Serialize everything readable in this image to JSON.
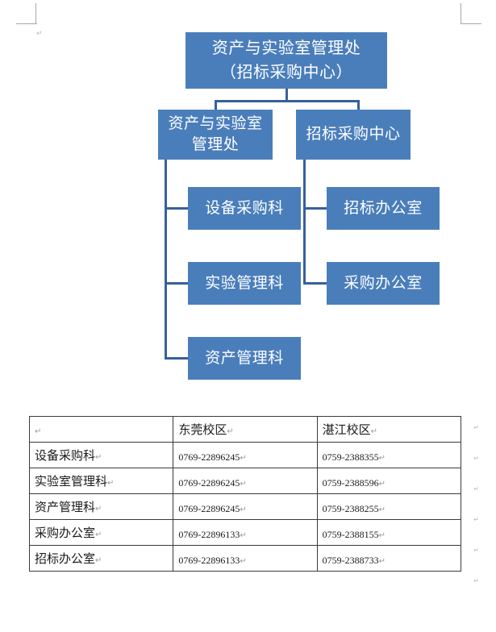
{
  "document": {
    "type": "word-document-page",
    "background_color": "#ffffff",
    "crop_mark_color": "#a6a6a6",
    "paragraph_mark": "↵"
  },
  "org_chart": {
    "node_fill_color": "#4A7EBB",
    "node_text_color": "#ffffff",
    "connector_color": "#37609B",
    "root": {
      "label_line1": "资产与实验室管理处",
      "label_line2": "（招标采购中心）"
    },
    "branches": [
      {
        "id": "assets-lab",
        "label": "资产与实验室管理处",
        "children": [
          {
            "label": "设备采购科"
          },
          {
            "label": "实验管理科"
          },
          {
            "label": "资产管理科"
          }
        ]
      },
      {
        "id": "bidding-center",
        "label": "招标采购中心",
        "children": [
          {
            "label": "招标办公室"
          },
          {
            "label": "采购办公室"
          }
        ]
      }
    ]
  },
  "contact_table": {
    "columns": [
      "",
      "东莞校区",
      "湛江校区"
    ],
    "rows": [
      {
        "name": "设备采购科",
        "dongguan": "0769-22896245",
        "zhanjiang": "0759-2388355"
      },
      {
        "name": "实验室管理科",
        "dongguan": "0769-22896245",
        "zhanjiang": "0759-2388596"
      },
      {
        "name": "资产管理科",
        "dongguan": "0769-22896245",
        "zhanjiang": "0759-2388255"
      },
      {
        "name": "采购办公室",
        "dongguan": "0769-22896133",
        "zhanjiang": "0759-2388155"
      },
      {
        "name": "招标办公室",
        "dongguan": "0769-22896133",
        "zhanjiang": "0759-2388733"
      }
    ]
  }
}
